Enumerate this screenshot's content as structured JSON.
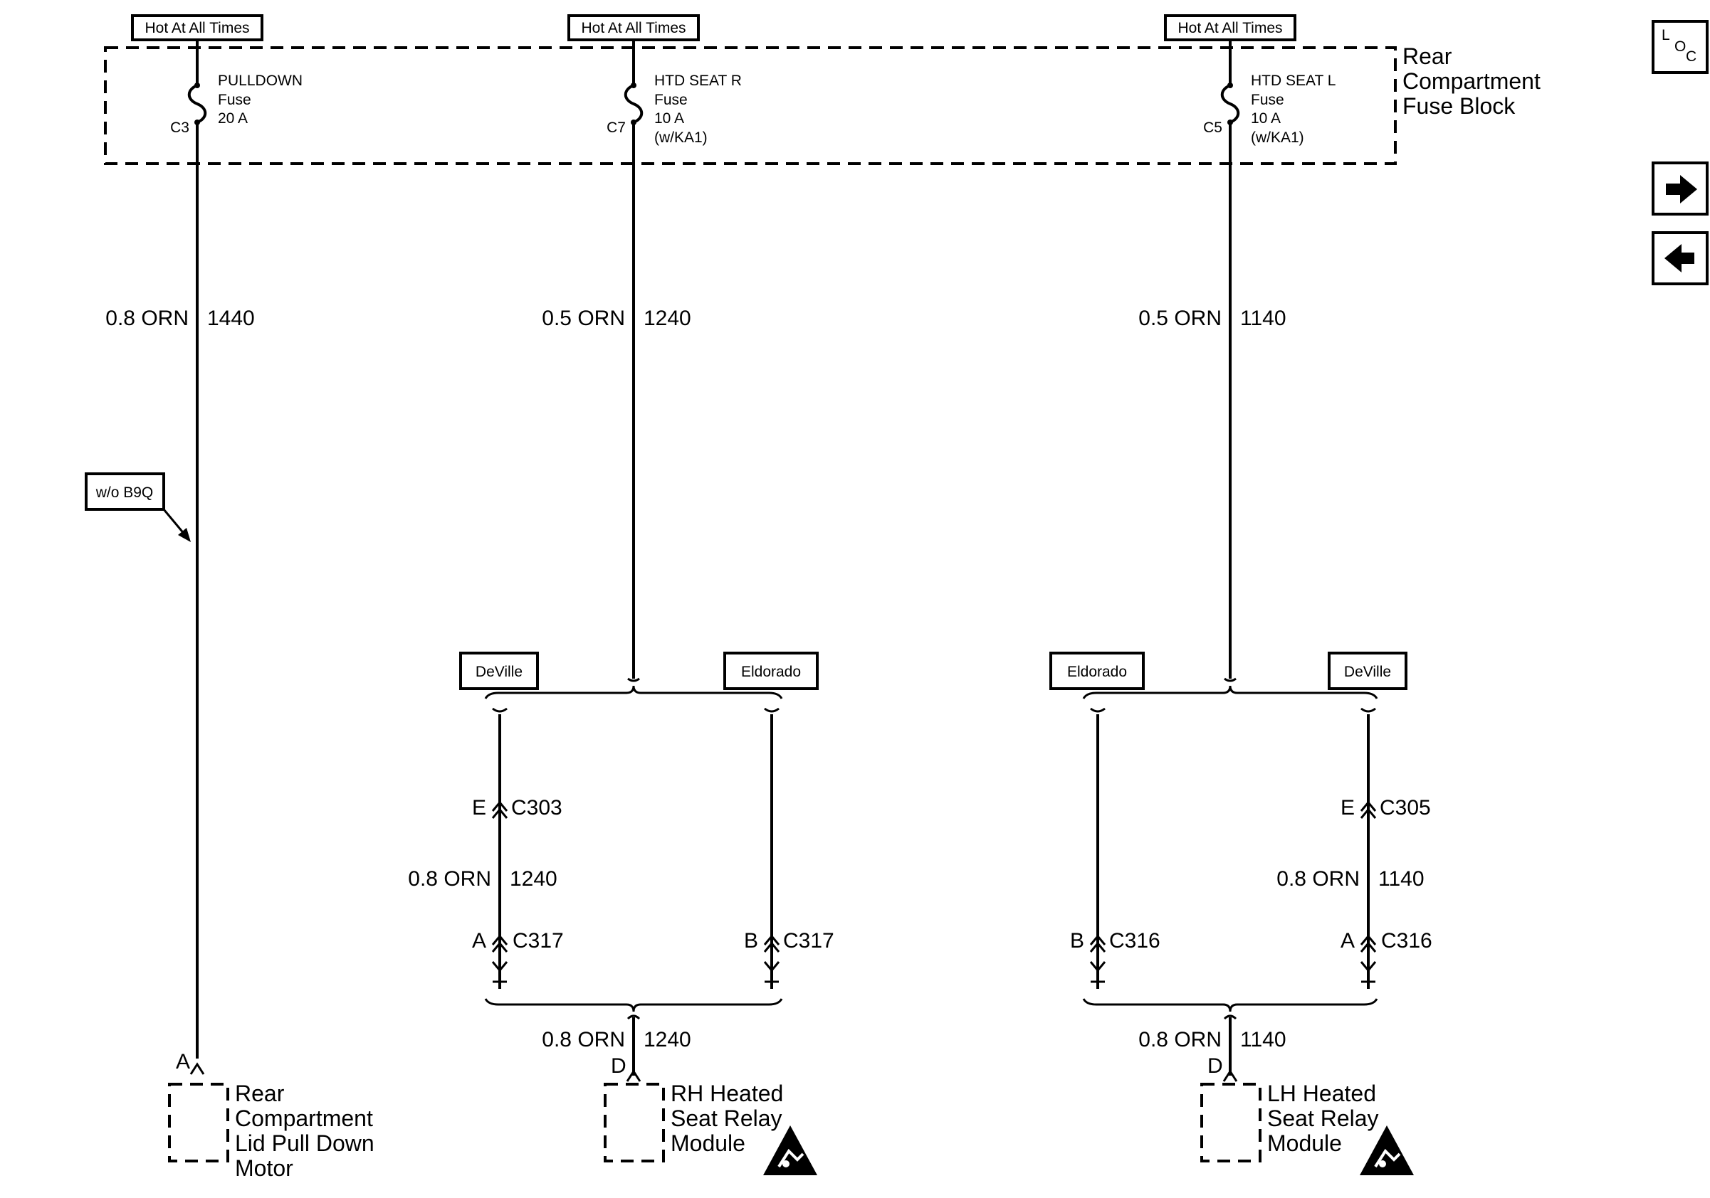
{
  "hot_label": "Hot At All Times",
  "fuse_block": {
    "line1": "Rear",
    "line2": "Compartment",
    "line3": "Fuse Block"
  },
  "fuses": [
    {
      "name": "PULLDOWN",
      "type": "Fuse",
      "rating": "20 A",
      "option": "",
      "cavity": "C3"
    },
    {
      "name": "HTD SEAT R",
      "type": "Fuse",
      "rating": "10 A",
      "option": "(w/KA1)",
      "cavity": "C7"
    },
    {
      "name": "HTD SEAT L",
      "type": "Fuse",
      "rating": "10 A",
      "option": "(w/KA1)",
      "cavity": "C5"
    }
  ],
  "wires": {
    "w1440": {
      "gauge": "0.8 ORN",
      "circuit": "1440"
    },
    "w1240_top": {
      "gauge": "0.5 ORN",
      "circuit": "1240"
    },
    "w1140_top": {
      "gauge": "0.5 ORN",
      "circuit": "1140"
    },
    "w1240_mid": {
      "gauge": "0.8 ORN",
      "circuit": "1240"
    },
    "w1140_mid": {
      "gauge": "0.8 ORN",
      "circuit": "1140"
    },
    "w1240_bot": {
      "gauge": "0.8 ORN",
      "circuit": "1240"
    },
    "w1140_bot": {
      "gauge": "0.8 ORN",
      "circuit": "1140"
    }
  },
  "option_label": "w/o B9Q",
  "variants": {
    "deville": "DeVille",
    "eldorado": "Eldorado"
  },
  "connectors": {
    "c303": {
      "pin": "E",
      "name": "C303"
    },
    "c305": {
      "pin": "E",
      "name": "C305"
    },
    "c317a": {
      "pin": "A",
      "name": "C317"
    },
    "c317b": {
      "pin": "B",
      "name": "C317"
    },
    "c316b": {
      "pin": "B",
      "name": "C316"
    },
    "c316a": {
      "pin": "A",
      "name": "C316"
    }
  },
  "components": {
    "motor": {
      "pin": "A",
      "line1": "Rear",
      "line2": "Compartment",
      "line3": "Lid Pull Down",
      "line4": "Motor"
    },
    "rh_module": {
      "pin": "D",
      "line1": "RH Heated",
      "line2": "Seat Relay",
      "line3": "Module"
    },
    "lh_module": {
      "pin": "D",
      "line1": "LH Heated",
      "line2": "Seat Relay",
      "line3": "Module"
    }
  },
  "nav": {
    "loc_l": "L",
    "loc_o": "O",
    "loc_c": "C",
    "forward_icon": "arrow-right-icon",
    "back_icon": "arrow-left-icon"
  },
  "icon_names": {
    "esd": "esd-warning-icon"
  }
}
